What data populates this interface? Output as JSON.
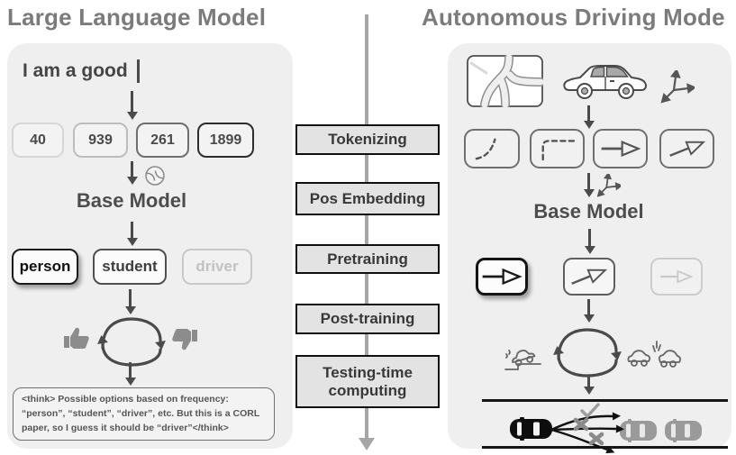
{
  "left": {
    "title": "Large Language Model",
    "prompt": "I am a good",
    "tokens": [
      "40",
      "939",
      "261",
      "1899"
    ],
    "base_model_label": "Base Model",
    "candidates": [
      "person",
      "student",
      "driver"
    ],
    "think_text": "<think> Possible options based on frequency: “person”, “student”, “driver”, etc. But this is a CORL paper, so I guess it should be “driver”</think>",
    "icons": [
      "text-cursor",
      "down-arrow",
      "tokenizer-swirl-icon",
      "feedback-loop-icon",
      "thumbs-up-icon",
      "thumbs-down-icon"
    ]
  },
  "pipeline": {
    "stages": [
      "Tokenizing",
      "Pos Embedding",
      "Pretraining",
      "Post-training",
      "Testing-time computing"
    ]
  },
  "right": {
    "title": "Autonomous Driving Mode",
    "base_model_label": "Base Model",
    "icons": [
      "map-icon",
      "car-side-icon",
      "coordinate-axes-icon",
      "dashed-curve-trajectory-icon",
      "dashed-corner-trajectory-icon",
      "straight-arrow-trajectory-icon",
      "diagonal-arrow-trajectory-icon",
      "feedback-loop-icon",
      "car-uphill-icon",
      "car-crash-icon",
      "check-icon",
      "cross-icon",
      "top-view-car-icon"
    ]
  },
  "colors": {
    "panel_bg": "#efefef",
    "stage_bg": "#e3e3e3",
    "stage_border": "#101010",
    "title_gray": "#7b7b7b",
    "dark_gray": "#4a4a4a",
    "faded_gray": "#c7c7c7",
    "center_arrow": "#a6a6a6"
  }
}
